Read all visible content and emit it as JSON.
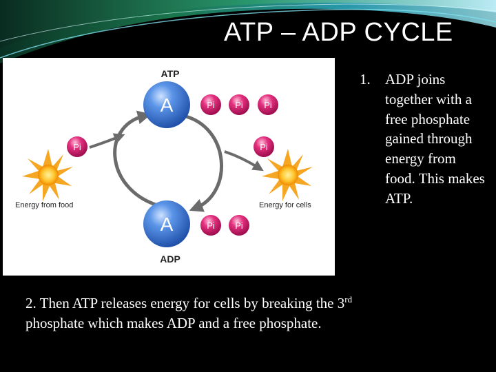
{
  "slide": {
    "title": "ATP – ADP CYCLE",
    "figure": {
      "atp_label": "ATP",
      "adp_label": "ADP",
      "adenosine_label": "A",
      "phosphate_label": "Pi",
      "energy_from_food_label": "Energy from food",
      "energy_for_cells_label": "Energy for cells"
    },
    "step1": {
      "number": "1.",
      "text": "ADP joins together with a free phosphate gained through energy from food. This makes ATP."
    },
    "step2": {
      "prefix": "2. Then ATP releases energy for cells by breaking the 3",
      "superscript": "rd",
      "suffix": " phosphate which makes ADP and a free phosphate."
    }
  },
  "colors": {
    "background": "#000000",
    "text": "#ffffff",
    "adenosine_blue": "#3a78d6",
    "phosphate_pink": "#d6186f",
    "arrow_gray": "#6b6b6b",
    "sun_orange": "#f5a623"
  }
}
